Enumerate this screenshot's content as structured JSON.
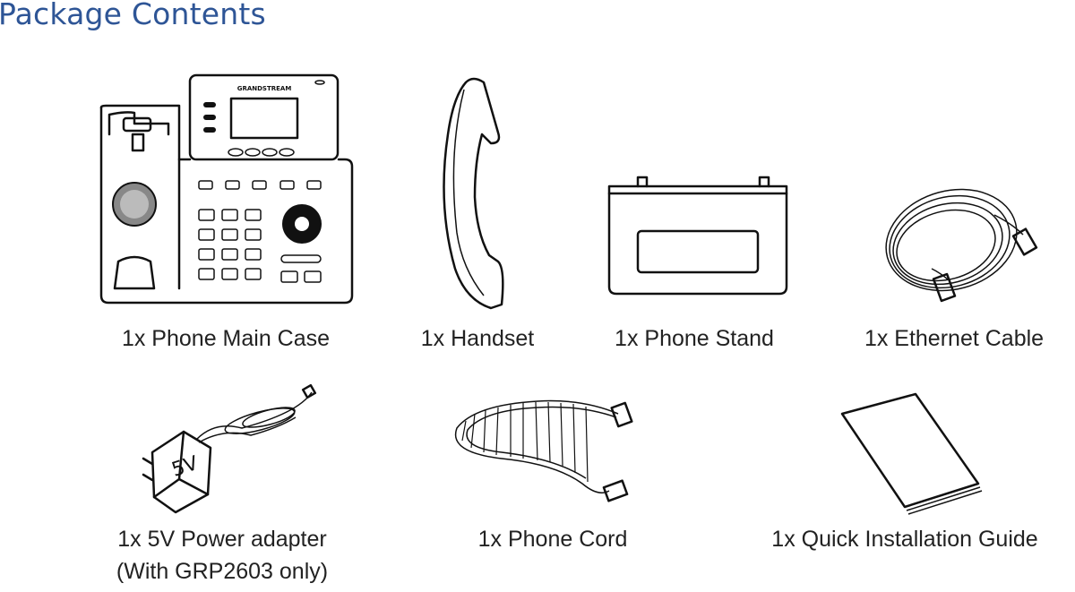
{
  "title": "Package Contents",
  "items": [
    {
      "label": "1x Phone Main Case",
      "icon": "phone-main-case",
      "logo_text": "GRANDSTREAM"
    },
    {
      "label": "1x Handset",
      "icon": "handset"
    },
    {
      "label": "1x Phone Stand",
      "icon": "phone-stand"
    },
    {
      "label": "1x Ethernet Cable",
      "icon": "ethernet-cable"
    },
    {
      "label": "1x 5V Power adapter",
      "note": "(With GRP2603 only)",
      "icon": "power-adapter",
      "adapter_text": "5V"
    },
    {
      "label": "1x Phone Cord",
      "icon": "phone-cord"
    },
    {
      "label": "1x Quick Installation Guide",
      "icon": "quick-installation-guide"
    }
  ]
}
